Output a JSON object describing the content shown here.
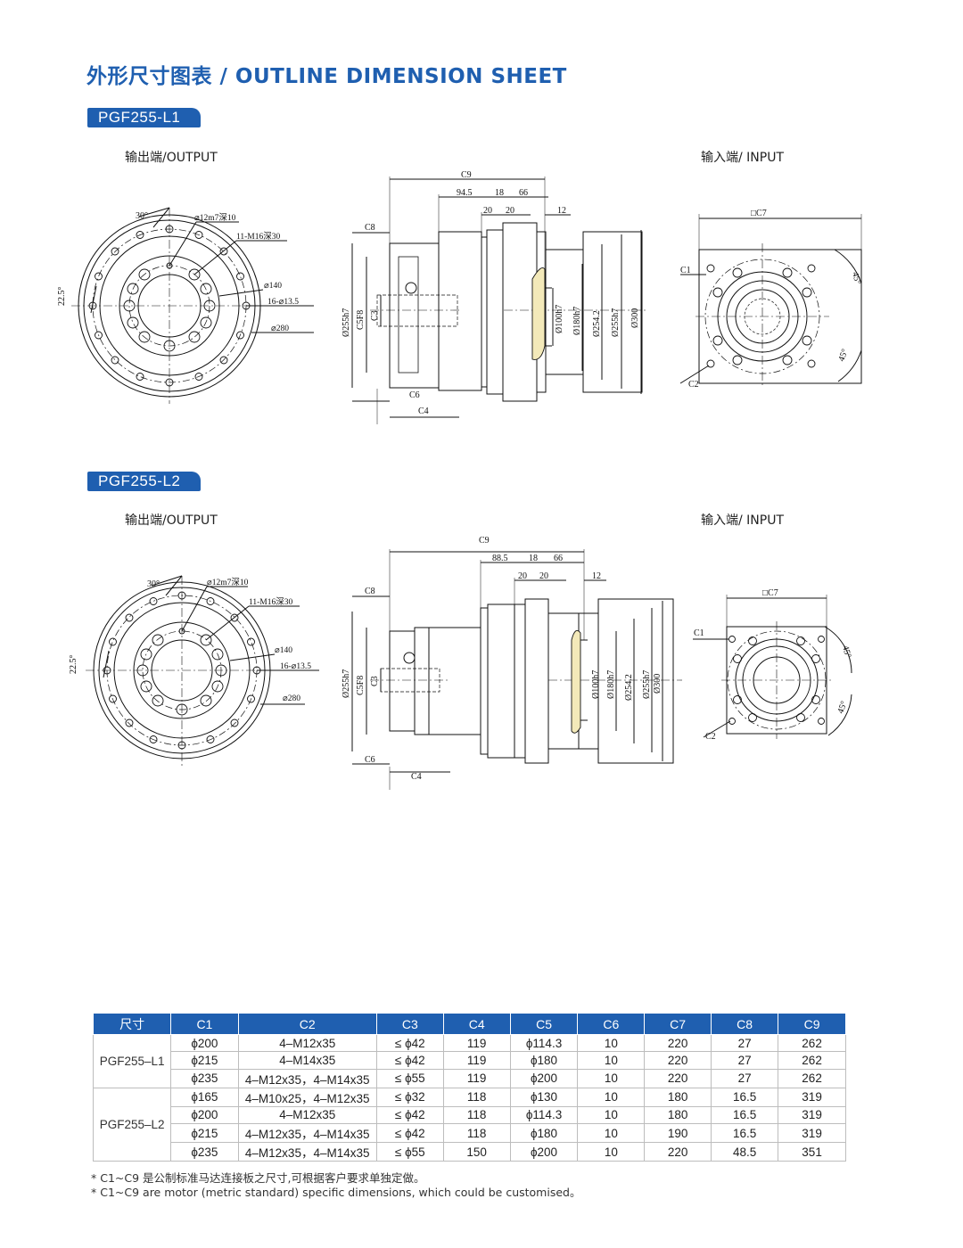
{
  "page_title": "外形尺寸图表 / OUTLINE DIMENSION SHEET",
  "section1": {
    "model": "PGF255-L1",
    "output_label": "输出端/OUTPUT",
    "input_label": "输入端/ INPUT",
    "output_view": {
      "angle_top": "30°",
      "angle_left": "22.5°",
      "pin_hole": "⌀12m7深10",
      "tapped": "11-M16深30",
      "d140": "⌀140",
      "holes": "16-⌀13.5",
      "d280": "⌀280"
    },
    "side_view": {
      "c9": "C9",
      "d945": "94.5",
      "d18": "18",
      "d66": "66",
      "d20a": "20",
      "d20b": "20",
      "d12": "12",
      "c8": "C8",
      "c6": "C6",
      "c4": "C4",
      "d255": "Ø255h7",
      "c5": "C5F8",
      "c3": "C3",
      "d100": "Ø100h7",
      "d180": "Ø180h7",
      "d2542": "Ø254.2",
      "d255b": "Ø255h7",
      "d300": "Ø300"
    },
    "input_view": {
      "c7": "□C7",
      "c1": "C1",
      "c2": "C2",
      "a45a": "45°",
      "a45b": "45°"
    }
  },
  "section2": {
    "model": "PGF255-L2",
    "output_label": "输出端/OUTPUT",
    "input_label": "输入端/ INPUT",
    "output_view": {
      "angle_top": "30°",
      "angle_left": "22.5°",
      "pin_hole": "⌀12m7深10",
      "tapped": "11-M16深30",
      "d140": "⌀140",
      "holes": "16-⌀13.5",
      "d280": "⌀280"
    },
    "side_view": {
      "c9": "C9",
      "d885": "88.5",
      "d18": "18",
      "d66": "66",
      "d20a": "20",
      "d20b": "20",
      "d12": "12",
      "c8": "C8",
      "c6": "C6",
      "c4": "C4",
      "d255": "Ø255h7",
      "c5": "C5F8",
      "c3": "C3",
      "d100": "Ø100h7",
      "d180": "Ø180h7",
      "d2542": "Ø254.2",
      "d255b": "Ø255h7",
      "d300": "Ø300"
    },
    "input_view": {
      "c7": "□C7",
      "c1": "C1",
      "c2": "C2",
      "a45a": "45°",
      "a45b": "45°"
    }
  },
  "table": {
    "headers": [
      "尺寸",
      "C1",
      "C2",
      "C3",
      "C4",
      "C5",
      "C6",
      "C7",
      "C8",
      "C9"
    ],
    "groups": [
      {
        "model": "PGF255–L1",
        "rows": [
          [
            "ϕ200",
            "4–M12x35",
            "≤ ϕ42",
            "119",
            "ϕ114.3",
            "10",
            "220",
            "27",
            "262"
          ],
          [
            "ϕ215",
            "4–M14x35",
            "≤ ϕ42",
            "119",
            "ϕ180",
            "10",
            "220",
            "27",
            "262"
          ],
          [
            "ϕ235",
            "4–M12x35，4–M14x35",
            "≤ ϕ55",
            "119",
            "ϕ200",
            "10",
            "220",
            "27",
            "262"
          ]
        ]
      },
      {
        "model": "PGF255–L2",
        "rows": [
          [
            "ϕ165",
            "4–M10x25，4–M12x35",
            "≤ ϕ32",
            "118",
            "ϕ130",
            "10",
            "180",
            "16.5",
            "319"
          ],
          [
            "ϕ200",
            "4–M12x35",
            "≤ ϕ42",
            "118",
            "ϕ114.3",
            "10",
            "180",
            "16.5",
            "319"
          ],
          [
            "ϕ215",
            "4–M12x35，4–M14x35",
            "≤ ϕ42",
            "118",
            "ϕ180",
            "10",
            "190",
            "16.5",
            "319"
          ],
          [
            "ϕ235",
            "4–M12x35，4–M14x35",
            "≤ ϕ55",
            "150",
            "ϕ200",
            "10",
            "220",
            "48.5",
            "351"
          ]
        ]
      }
    ]
  },
  "notes": [
    "* C1~C9  是公制标准马达连接板之尺寸,可根据客户要求单独定做。",
    "* C1~C9  are motor (metric standard) specific dimensions, which could be customised。"
  ],
  "colors": {
    "brand_blue": "#1f5fb0",
    "section_fill": "#f3e9b9"
  }
}
